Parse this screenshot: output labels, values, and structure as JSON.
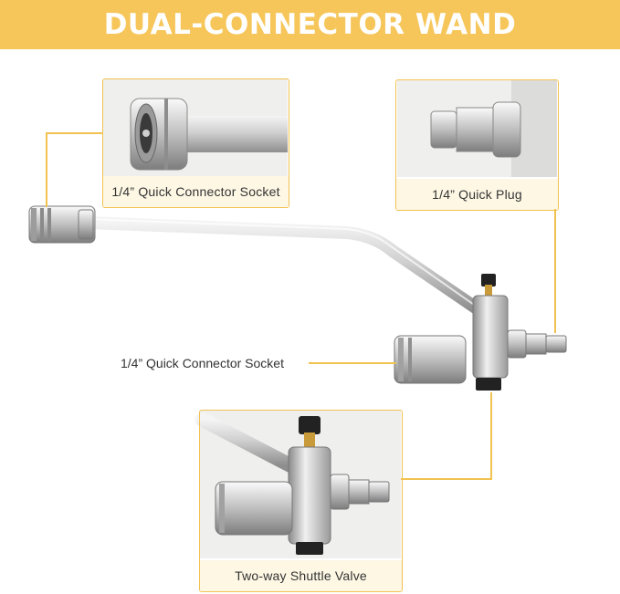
{
  "banner": {
    "title": "DUAL-CONNECTOR WAND"
  },
  "callouts": {
    "socket_top": {
      "label": "1/4” Quick Connector Socket"
    },
    "plug_top": {
      "label": "1/4” Quick Plug"
    },
    "middle_socket": {
      "label": "1/4” Quick Connector Socket"
    },
    "valve": {
      "label": "Two-way Shuttle Valve"
    }
  },
  "colors": {
    "accent": "#f6c65a",
    "line": "#f2c250",
    "steel": "#c9c9c9",
    "dark": "#2a2a2a",
    "brass": "#c89a3a"
  }
}
